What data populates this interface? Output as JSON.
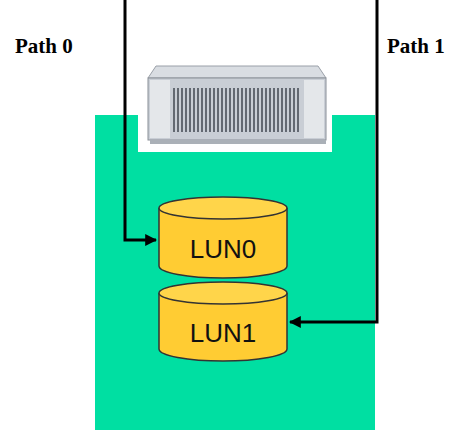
{
  "diagram": {
    "nodes": [
      {
        "text": [
          "LUN0"
        ]
      },
      {
        "text": [
          "LUN1"
        ]
      }
    ],
    "labels": [
      "Path 0",
      "Path 1"
    ]
  }
}
